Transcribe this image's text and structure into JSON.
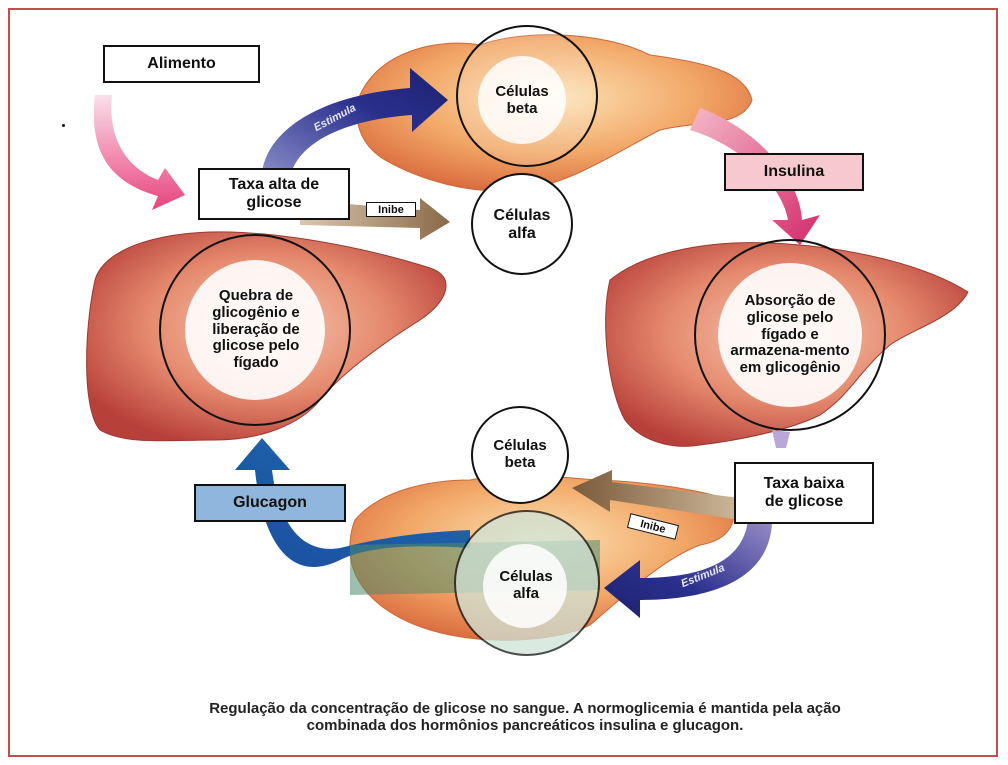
{
  "labels": {
    "alimento": "Alimento",
    "taxa_alta": "Taxa alta de glicose",
    "insulina": "Insulina",
    "glucagon": "Glucagon",
    "taxa_baixa": "Taxa baixa de glicose",
    "inibe_top": "Inibe",
    "inibe_bottom": "Inibe",
    "estimula_top": "Estimula",
    "estimula_bottom": "Estimula"
  },
  "circles": {
    "beta_top": "Células beta",
    "alfa_top": "Células alfa",
    "liver_left": "Quebra de glicogênio e liberação de glicose pelo fígado",
    "liver_right": "Absorção de glicose pelo fígado e armazena-mento em glicogênio",
    "beta_bottom": "Células beta",
    "alfa_bottom": "Células alfa"
  },
  "caption": {
    "line1": "Regulação da concentração de glicose no sangue. A normoglicemia é mantida pela ação",
    "line2": "combinada dos hormônios pancreáticos insulina e glucagon."
  },
  "colors": {
    "frame": "#c0504d",
    "insulina_box": "#f6c9cf",
    "glucagon_box": "#8fb6dc",
    "dark_blue_arrow": "#2a2f8c",
    "pink_arrow": "#e0457a",
    "blue_arrow": "#1a5aa8",
    "brown_arrow": "#9b7a5a",
    "pancreas": "#f0a050",
    "liver": "#d9534a"
  }
}
